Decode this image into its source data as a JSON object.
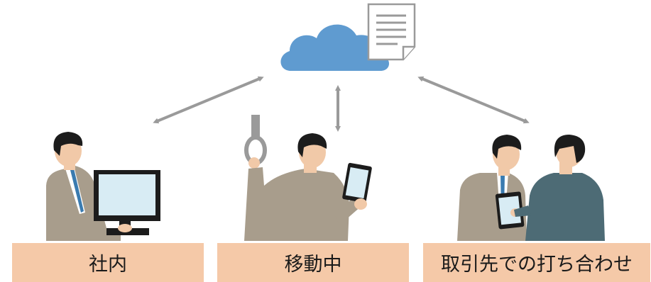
{
  "labels": {
    "office": "社内",
    "moving": "移動中",
    "client": "取引先での打ち合わせ"
  },
  "colors": {
    "cloud": "#5f9bd0",
    "arrow": "#9a9a9a",
    "label_bg": "#f5c9a8",
    "suit": "#a89d8c",
    "suit_dark": "#4d6b75",
    "skin": "#f1c9a8",
    "hair": "#1c1c1c",
    "monitor_screen": "#d8ecf4"
  }
}
